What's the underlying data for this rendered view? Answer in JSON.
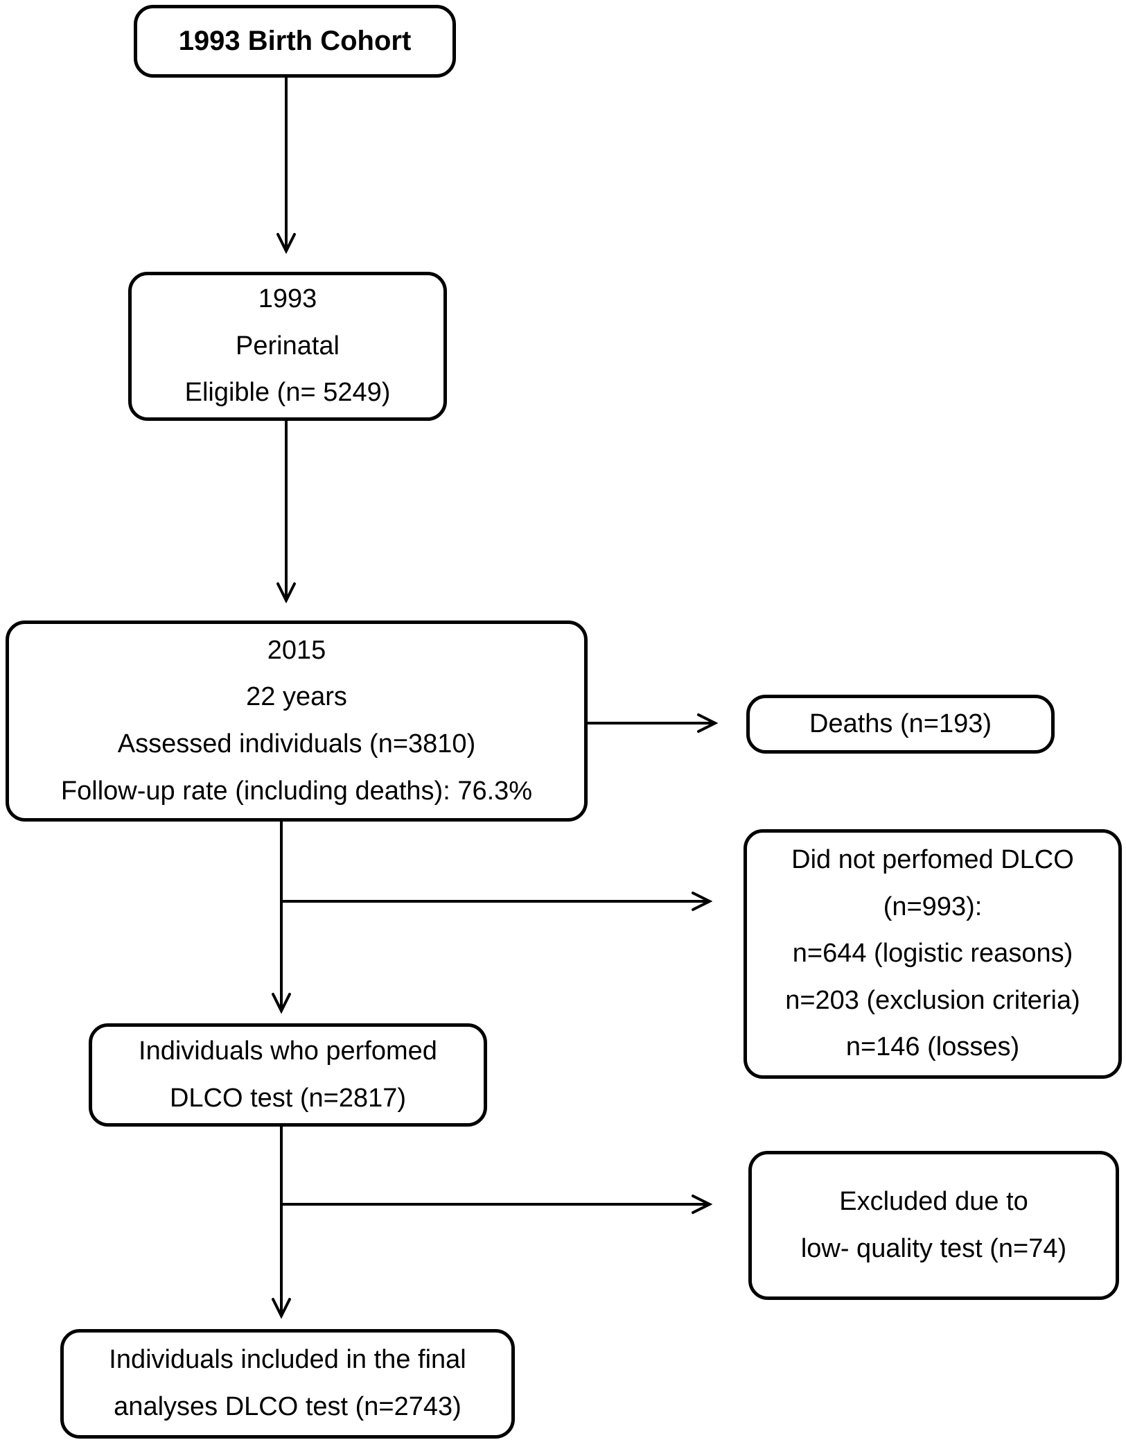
{
  "diagram": {
    "type": "flowchart",
    "colors": {
      "background": "#ffffff",
      "line": "#000000",
      "box_border": "#000000",
      "text": "#000000"
    },
    "nodes": {
      "birth_cohort": {
        "lines": [
          "1993 Birth Cohort"
        ]
      },
      "perinatal": {
        "lines": [
          "1993",
          "Perinatal",
          "Eligible (n= 5249)"
        ]
      },
      "assessed_2015": {
        "lines": [
          "2015",
          "22 years",
          "Assessed individuals (n=3810)",
          "Follow-up rate (including deaths): 76.3%"
        ]
      },
      "deaths": {
        "lines": [
          "Deaths (n=193)"
        ]
      },
      "no_dlco": {
        "lines": [
          "Did not perfomed DLCO",
          "(n=993):",
          "n=644 (logistic reasons)",
          "n=203 (exclusion criteria)",
          "n=146 (losses)"
        ]
      },
      "performed_dlco": {
        "lines": [
          "Individuals who perfomed",
          "DLCO test (n=2817)"
        ]
      },
      "excluded_low_quality": {
        "lines": [
          "Excluded due to",
          "low- quality test (n=74)"
        ]
      },
      "final_analyses": {
        "lines": [
          "Individuals included in the final",
          "analyses DLCO test (n=2743)"
        ]
      }
    }
  }
}
